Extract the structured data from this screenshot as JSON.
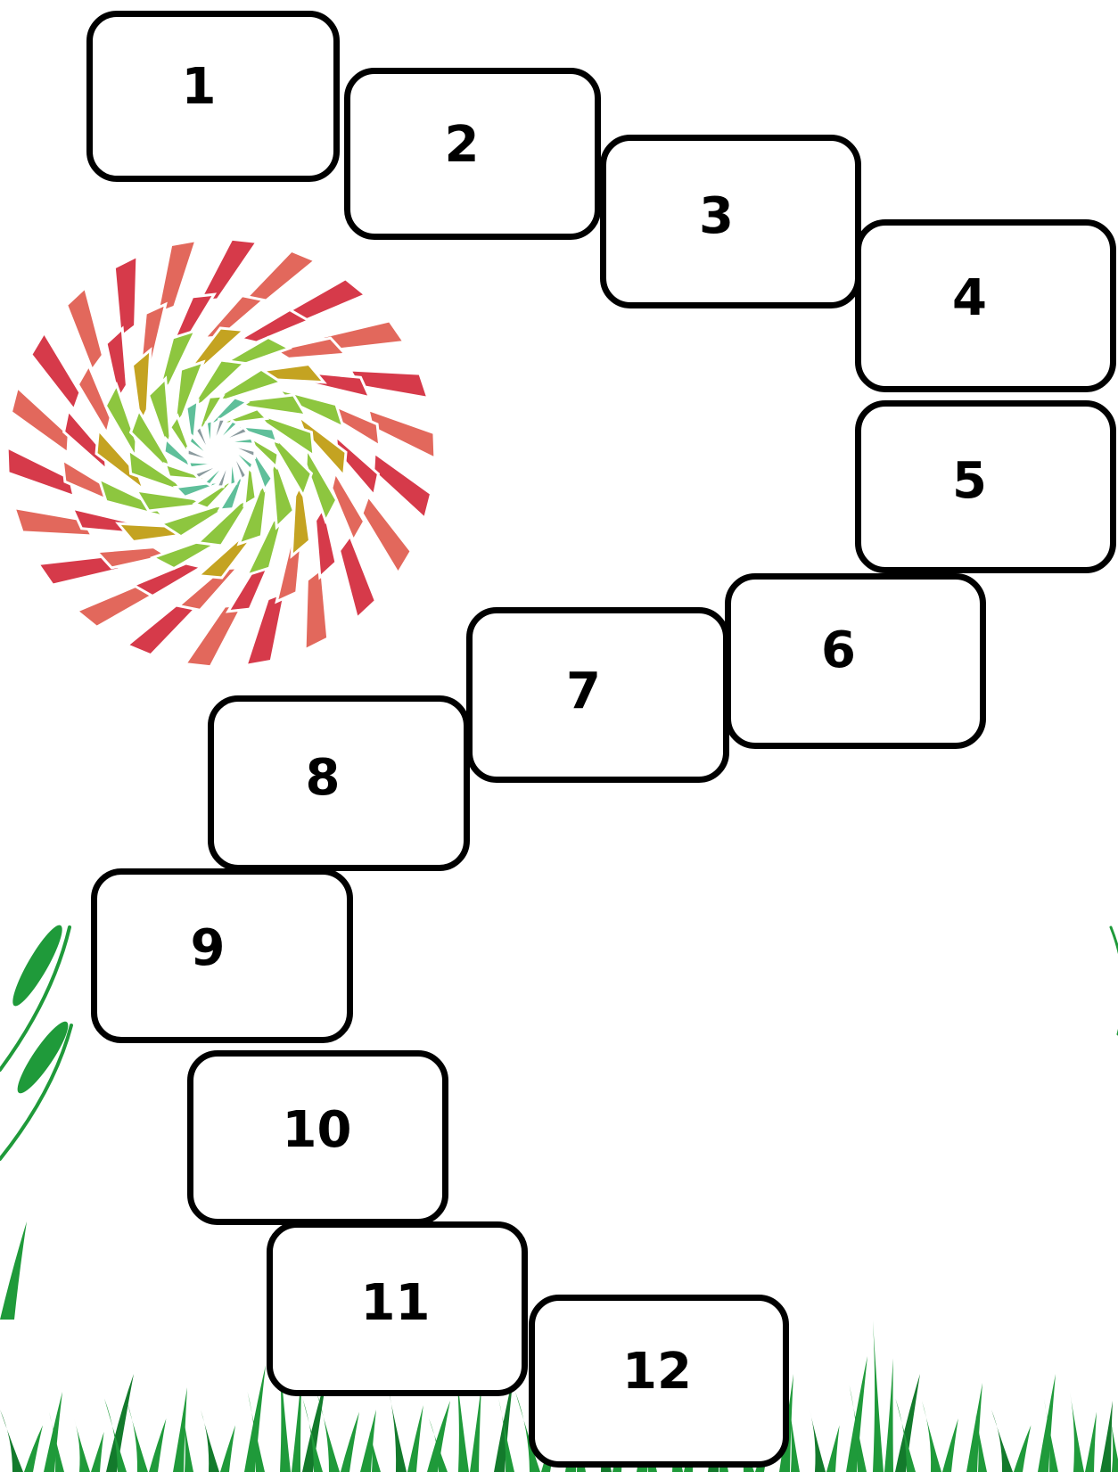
{
  "board": {
    "tiles": [
      {
        "label": "1"
      },
      {
        "label": "2"
      },
      {
        "label": "3"
      },
      {
        "label": "4"
      },
      {
        "label": "5"
      },
      {
        "label": "6"
      },
      {
        "label": "7"
      },
      {
        "label": "8"
      },
      {
        "label": "9"
      },
      {
        "label": "10"
      },
      {
        "label": "11"
      },
      {
        "label": "12"
      }
    ]
  },
  "colors": {
    "tile_border": "#000000",
    "tile_fill": "#ffffff",
    "rosette_outer": "#d63a4a",
    "rosette_outer_light": "#e2685c",
    "rosette_mid": "#c4a321",
    "rosette_inner": "#8dc63f",
    "rosette_teal": "#5fbf9a",
    "rosette_core": "#8a9a9e",
    "grass": "#1f9a3a",
    "grass_dark": "#137a2c"
  }
}
